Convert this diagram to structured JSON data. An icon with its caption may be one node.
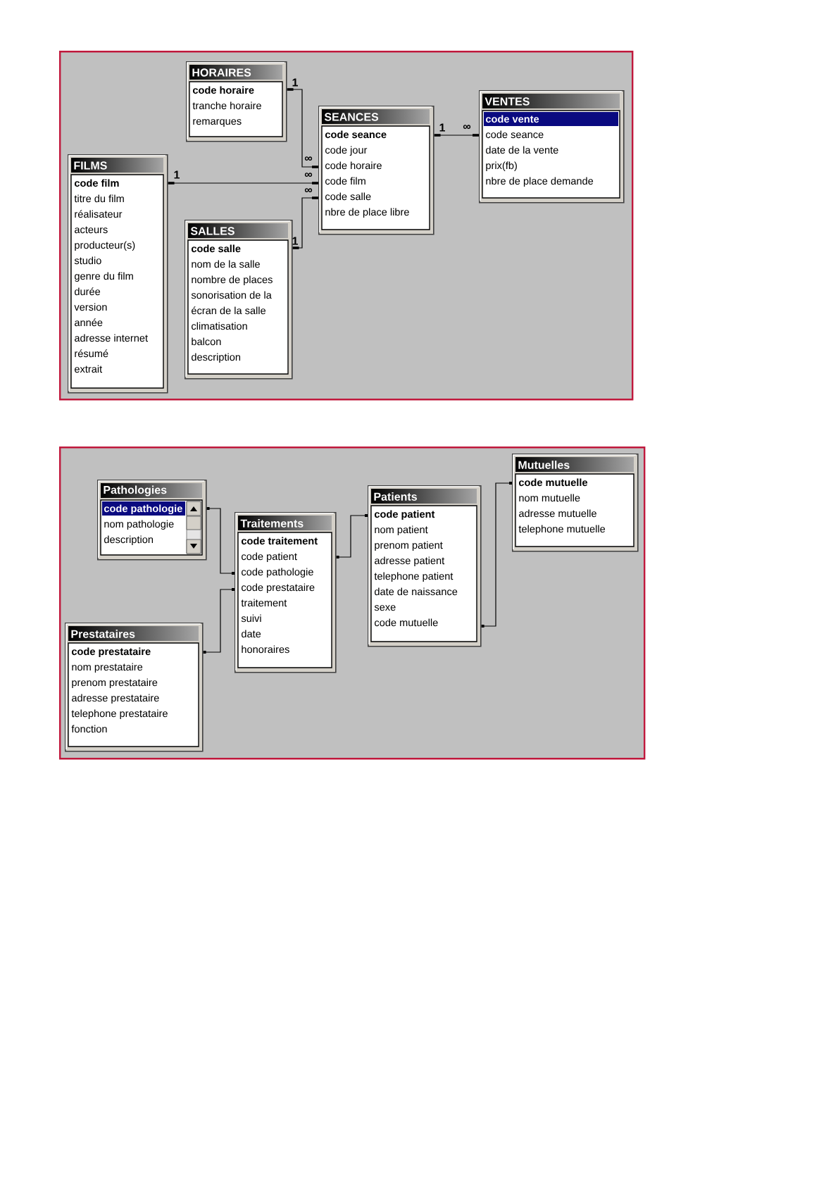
{
  "diagram": {
    "nodes": [
      {
        "text": [],
        "shape": "box"
      },
      {
        "text": [
          "HORAIRES",
          "code horaire",
          "tranche horaire",
          "remarques"
        ],
        "in": 0
      },
      {
        "text": [
          "SEANCES",
          "code seance",
          "code jour",
          "code horaire",
          "code film",
          "code salle",
          "nbre de place libre"
        ],
        "in": 0
      },
      {
        "text": [
          "VENTES",
          "code vente",
          "code seance",
          "date de la vente",
          "prix(fb)",
          "nbre de place demande"
        ],
        "in": 0
      },
      {
        "text": [
          "FILMS",
          "code film",
          "titre du film",
          "réalisateur",
          "acteurs",
          "producteur(s)",
          "studio",
          "genre du film",
          "durée",
          "version",
          "année",
          "adresse internet",
          "résumé",
          "extrait"
        ],
        "in": 0
      },
      {
        "text": [
          "SALLES",
          "code salle",
          "nom de la salle",
          "nombre de places",
          "sonorisation de la",
          "écran de la salle",
          "climatisation",
          "balcon",
          "description"
        ],
        "in": 0
      },
      {
        "text": [],
        "shape": "box"
      },
      {
        "text": [
          "Pathologies",
          "code pathologie",
          "nom pathologie",
          "description"
        ],
        "in": 6
      },
      {
        "text": [
          "Traitements",
          "code traitement",
          "code patient",
          "code pathologie",
          "code prestataire",
          "traitement",
          "suivi",
          "date",
          "honoraires"
        ],
        "in": 6
      },
      {
        "text": [
          "Patients",
          "code patient",
          "nom  patient",
          "prenom patient",
          "adresse patient",
          "telephone patient",
          "date de naissance",
          "sexe",
          "code mutuelle"
        ],
        "in": 6
      },
      {
        "text": [
          "Mutuelles",
          "code mutuelle",
          "nom mutuelle",
          "adresse mutuelle",
          "telephone mutuelle"
        ],
        "in": 6
      },
      {
        "text": [
          "Prestataires",
          "code prestataire",
          "nom prestataire",
          "prenom prestataire",
          "adresse prestataire",
          "telephone prestataire",
          "fonction"
        ],
        "in": 6
      }
    ],
    "edges": [
      {
        "from": 1,
        "to": 2,
        "arrow": "other"
      },
      {
        "from": 4,
        "to": 2,
        "arrow": "other"
      },
      {
        "from": 5,
        "to": 2,
        "arrow": "other"
      },
      {
        "from": 2,
        "to": 3,
        "arrow": "other"
      },
      {
        "from": 7,
        "to": 8,
        "arrow": "other"
      },
      {
        "from": 11,
        "to": 8,
        "arrow": "other"
      },
      {
        "from": 8,
        "to": 9,
        "arrow": "other"
      },
      {
        "from": 9,
        "to": 10,
        "arrow": "other"
      }
    ],
    "labels": [
      "1",
      "1",
      "∞",
      "∞",
      "1",
      "∞",
      "∞",
      "1"
    ]
  }
}
